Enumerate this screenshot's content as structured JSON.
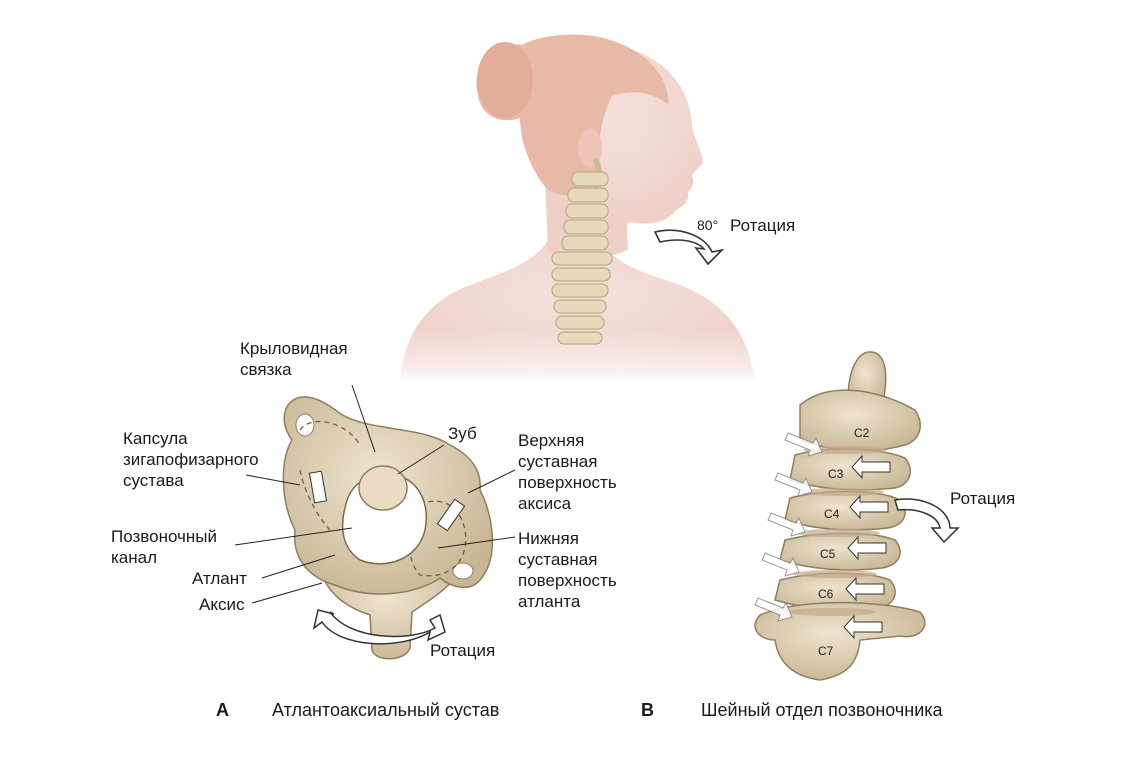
{
  "top_figure": {
    "angle": "80°",
    "rotation": "Ротация"
  },
  "panel_a": {
    "letter": "A",
    "caption": "Атлантоаксиальный сустав",
    "labels": {
      "alar_ligament": "Крыловидная\nсвязка",
      "capsule": "Капсула\nзигапофизарного\nсустава",
      "dens": "Зуб",
      "upper_surface": "Верхняя\nсуставная\nповерхность\nаксиса",
      "canal": "Позвоночный\nканал",
      "lower_surface": "Нижняя\nсуставная\nповерхность\nатланта",
      "atlas": "Атлант",
      "axis": "Аксис",
      "rotation": "Ротация"
    }
  },
  "panel_b": {
    "letter": "B",
    "caption": "Шейный отдел позвоночника",
    "rotation": "Ротация",
    "vertebrae": [
      "C2",
      "C3",
      "C4",
      "C5",
      "C6",
      "C7"
    ]
  },
  "colors": {
    "skin": "#f3d9d3",
    "hair": "#e8b9a6",
    "bone": "#dcccb0",
    "bone_dark": "#b8a787",
    "arrow_fill": "#ffffff",
    "text": "#1a1a1a"
  }
}
